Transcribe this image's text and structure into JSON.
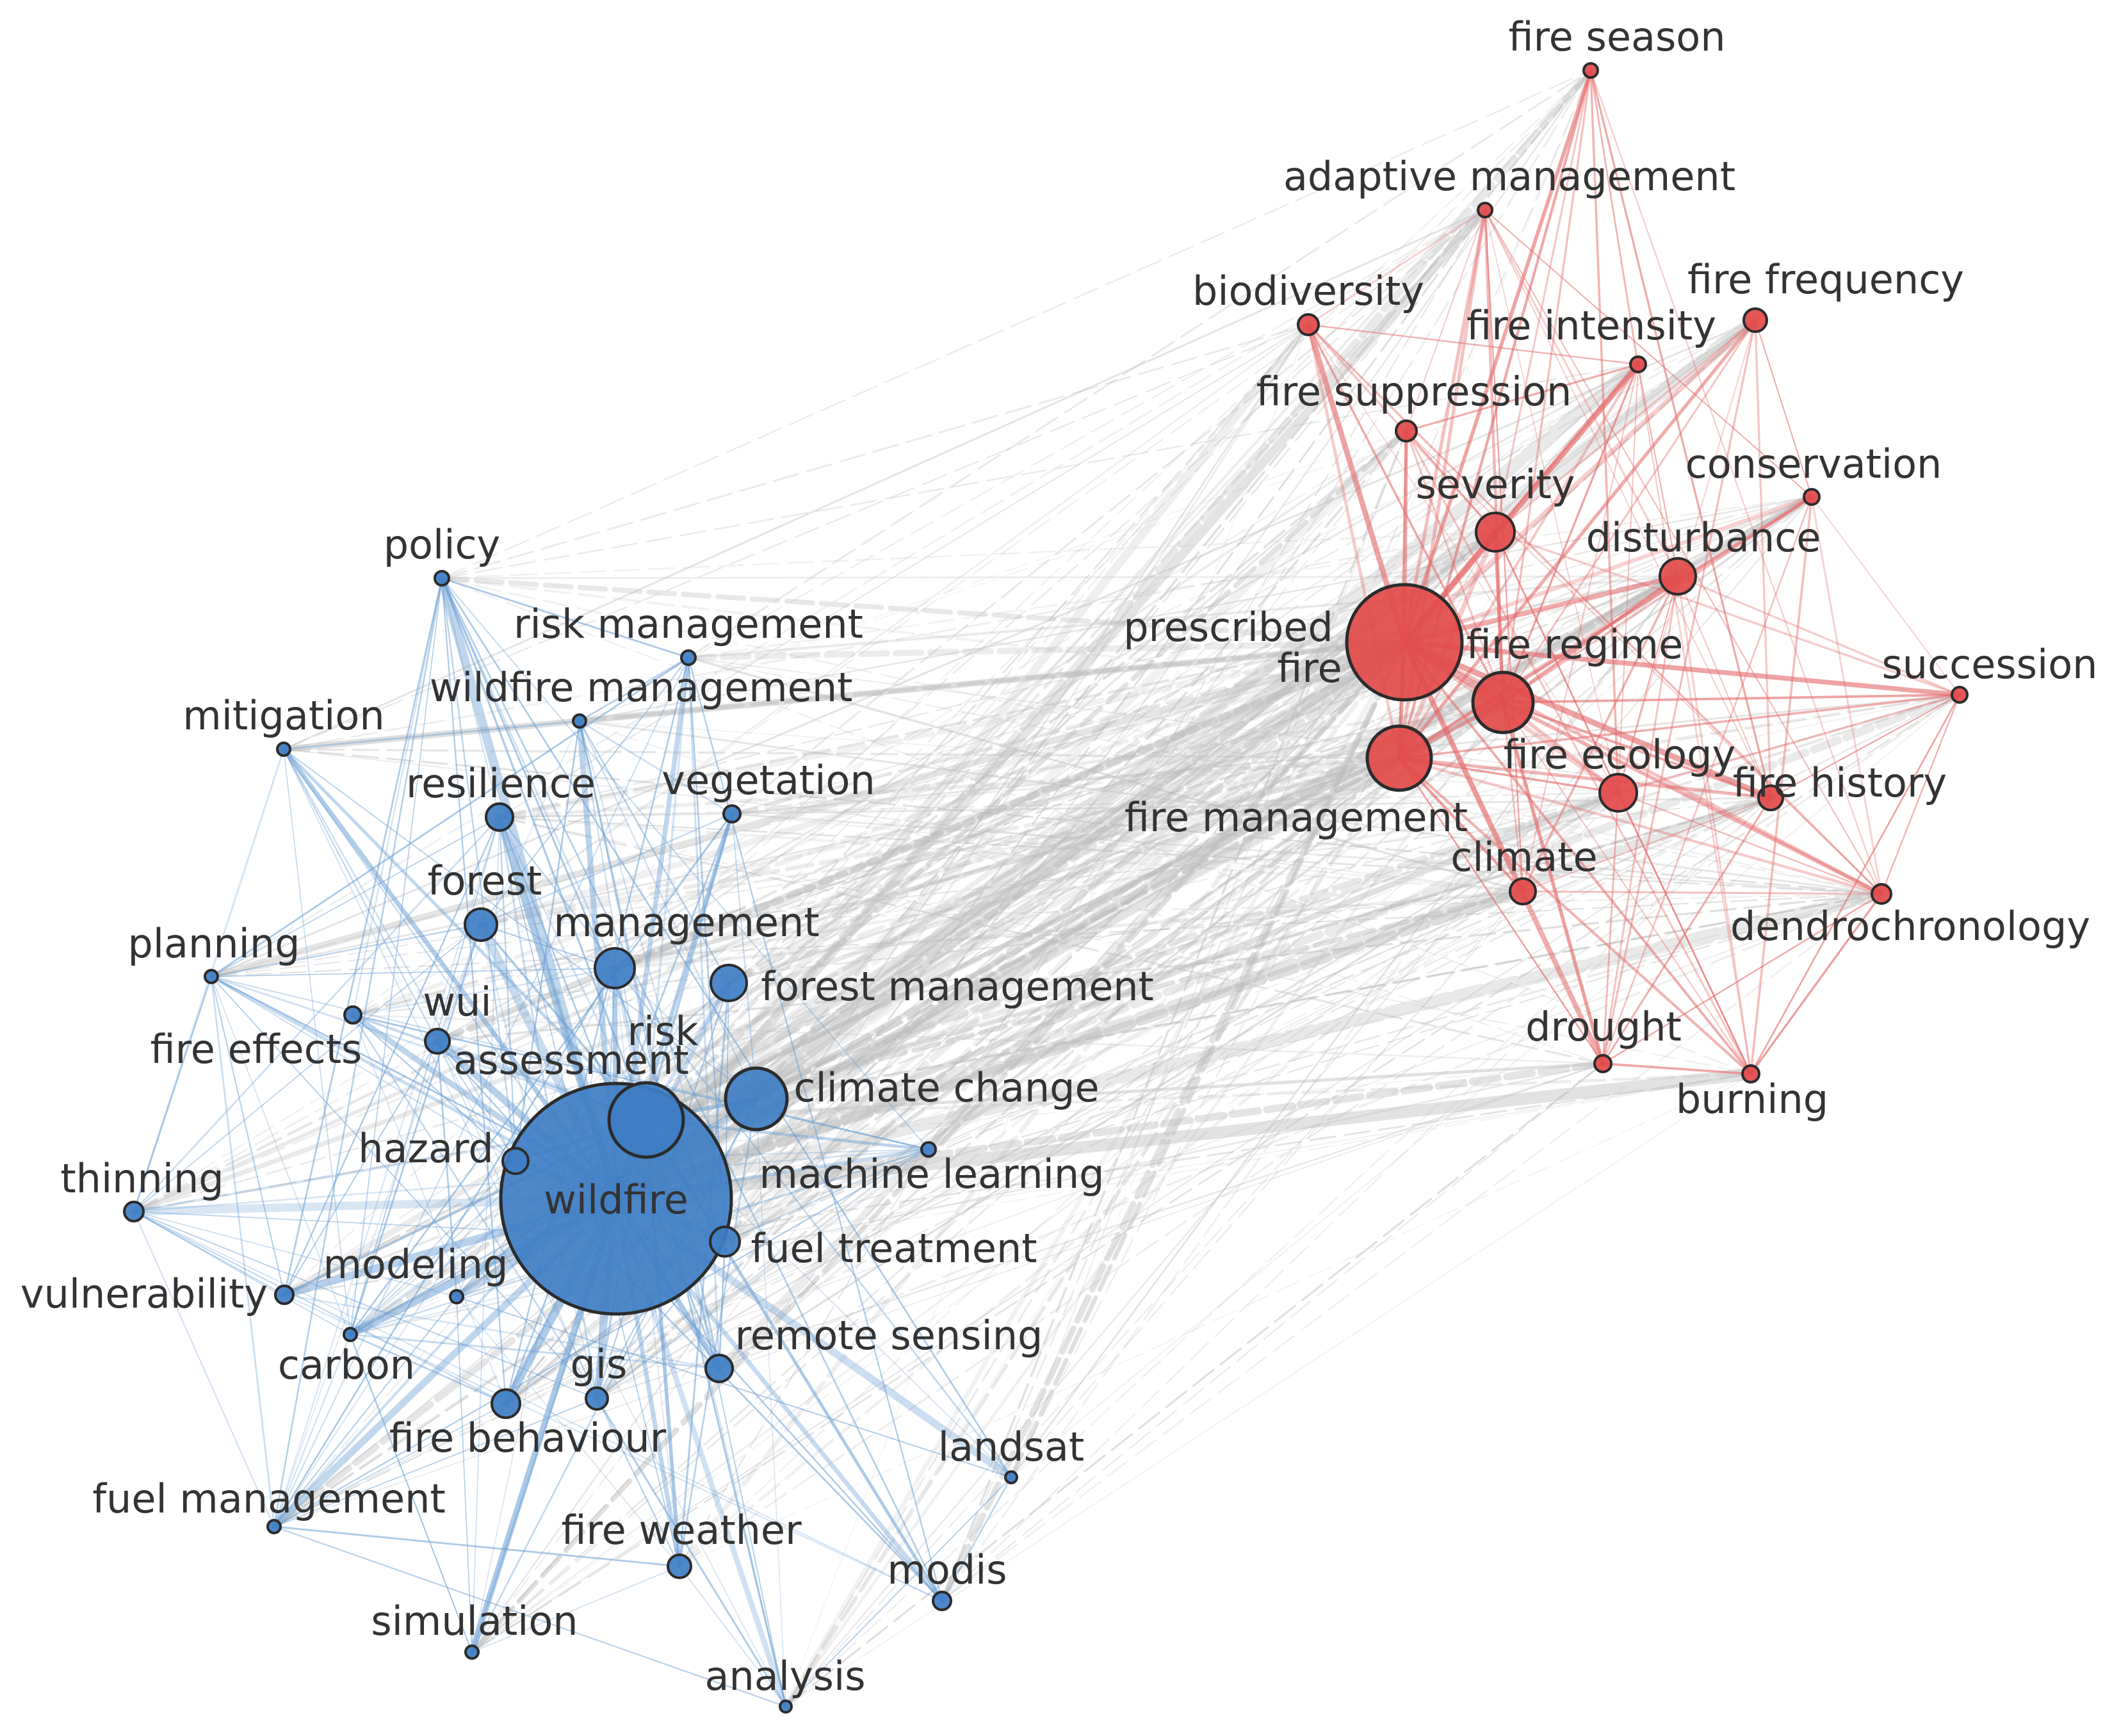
{
  "colors": {
    "blue_cluster": "#3f7ec4",
    "red_cluster": "#e24a4a",
    "blue_edge": "#6a9fd4",
    "red_edge": "#e46a6a",
    "grey_edge": "#bcbcbc",
    "node_stroke": "#2b2b2b",
    "label": "#333333"
  },
  "clusters": {
    "blue": {
      "nodes": [
        {
          "id": "wildfire",
          "label": "wildfire",
          "weight": 100
        },
        {
          "id": "risk",
          "label": "risk",
          "weight": 24
        },
        {
          "id": "assessment",
          "label": "assessment",
          "weight": 0
        },
        {
          "id": "climate-change",
          "label": "climate change",
          "weight": 20
        },
        {
          "id": "management",
          "label": "management",
          "weight": 9
        },
        {
          "id": "forest-management",
          "label": "forest management",
          "weight": 7
        },
        {
          "id": "forest",
          "label": "forest",
          "weight": 6
        },
        {
          "id": "resilience",
          "label": "resilience",
          "weight": 4
        },
        {
          "id": "policy",
          "label": "policy",
          "weight": 1
        },
        {
          "id": "risk-management",
          "label": "risk management",
          "weight": 1
        },
        {
          "id": "wildfire-management",
          "label": "wildfire management",
          "weight": 1
        },
        {
          "id": "mitigation",
          "label": "mitigation",
          "weight": 1
        },
        {
          "id": "vegetation",
          "label": "vegetation",
          "weight": 1
        },
        {
          "id": "planning",
          "label": "planning",
          "weight": 1
        },
        {
          "id": "fire-effects",
          "label": "fire effects",
          "weight": 1
        },
        {
          "id": "wui",
          "label": "wui",
          "weight": 3
        },
        {
          "id": "hazard",
          "label": "hazard",
          "weight": 3
        },
        {
          "id": "thinning",
          "label": "thinning",
          "weight": 2
        },
        {
          "id": "machine-learning",
          "label": "machine learning",
          "weight": 1
        },
        {
          "id": "fuel-treatment",
          "label": "fuel treatment",
          "weight": 4
        },
        {
          "id": "vulnerability",
          "label": "vulnerability",
          "weight": 2
        },
        {
          "id": "modeling",
          "label": "modeling",
          "weight": 1
        },
        {
          "id": "carbon",
          "label": "carbon",
          "weight": 1
        },
        {
          "id": "gis",
          "label": "gis",
          "weight": 2
        },
        {
          "id": "remote-sensing",
          "label": "remote sensing",
          "weight": 4
        },
        {
          "id": "fire-behaviour",
          "label": "fire behaviour",
          "weight": 4
        },
        {
          "id": "fuel-management",
          "label": "fuel management",
          "weight": 1
        },
        {
          "id": "landsat",
          "label": "landsat",
          "weight": 1
        },
        {
          "id": "fire-weather",
          "label": "fire weather",
          "weight": 3
        },
        {
          "id": "modis",
          "label": "modis",
          "weight": 2
        },
        {
          "id": "simulation",
          "label": "simulation",
          "weight": 1
        },
        {
          "id": "analysis",
          "label": "analysis",
          "weight": 1
        }
      ]
    },
    "red": {
      "nodes": [
        {
          "id": "prescribed-fire",
          "label_line1": "prescribed",
          "label_line2": "fire",
          "weight": 55
        },
        {
          "id": "fire-management",
          "label": "fire management",
          "weight": 16
        },
        {
          "id": "fire-regime",
          "label": "fire regime",
          "weight": 13
        },
        {
          "id": "severity",
          "label": "severity",
          "weight": 6
        },
        {
          "id": "disturbance",
          "label": "disturbance",
          "weight": 5
        },
        {
          "id": "fire-ecology",
          "label": "fire ecology",
          "weight": 5
        },
        {
          "id": "climate",
          "label": "climate",
          "weight": 3
        },
        {
          "id": "fire-history",
          "label": "fire history",
          "weight": 3
        },
        {
          "id": "fire-frequency",
          "label": "fire frequency",
          "weight": 3
        },
        {
          "id": "biodiversity",
          "label": "biodiversity",
          "weight": 2
        },
        {
          "id": "fire-suppression",
          "label": "fire suppression",
          "weight": 2
        },
        {
          "id": "fire-intensity",
          "label": "fire intensity",
          "weight": 1
        },
        {
          "id": "adaptive-management",
          "label": "adaptive management",
          "weight": 1
        },
        {
          "id": "fire-season",
          "label": "fire season",
          "weight": 1
        },
        {
          "id": "conservation",
          "label": "conservation",
          "weight": 1
        },
        {
          "id": "succession",
          "label": "succession",
          "weight": 1
        },
        {
          "id": "dendrochronology",
          "label": "dendrochronology",
          "weight": 2
        },
        {
          "id": "drought",
          "label": "drought",
          "weight": 1
        },
        {
          "id": "burning",
          "label": "burning",
          "weight": 1
        }
      ]
    }
  }
}
